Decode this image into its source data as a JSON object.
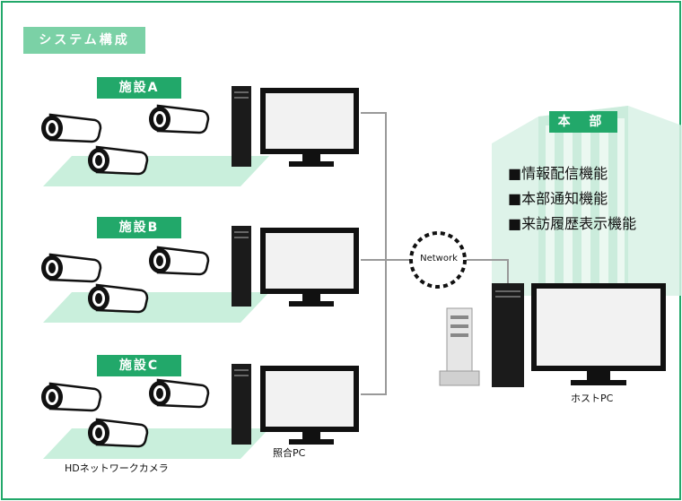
{
  "header": {
    "title": "システム構成"
  },
  "sites": [
    {
      "label": "施設A"
    },
    {
      "label": "施設B"
    },
    {
      "label": "施設C"
    }
  ],
  "network": {
    "label": "Network"
  },
  "hq": {
    "label": "本 部",
    "features": [
      "■情報配信機能",
      "■本部通知機能",
      "■来訪履歴表示機能"
    ]
  },
  "labels": {
    "camera": "HDネットワークカメラ",
    "collation_pc": "照合PC",
    "host_pc": "ホストPC"
  },
  "colors": {
    "frame": "#22a86a",
    "tag_dark": "#22a86a",
    "tag_light": "#7bd1a6",
    "floor": "#c9efdc",
    "line": "#999999"
  }
}
